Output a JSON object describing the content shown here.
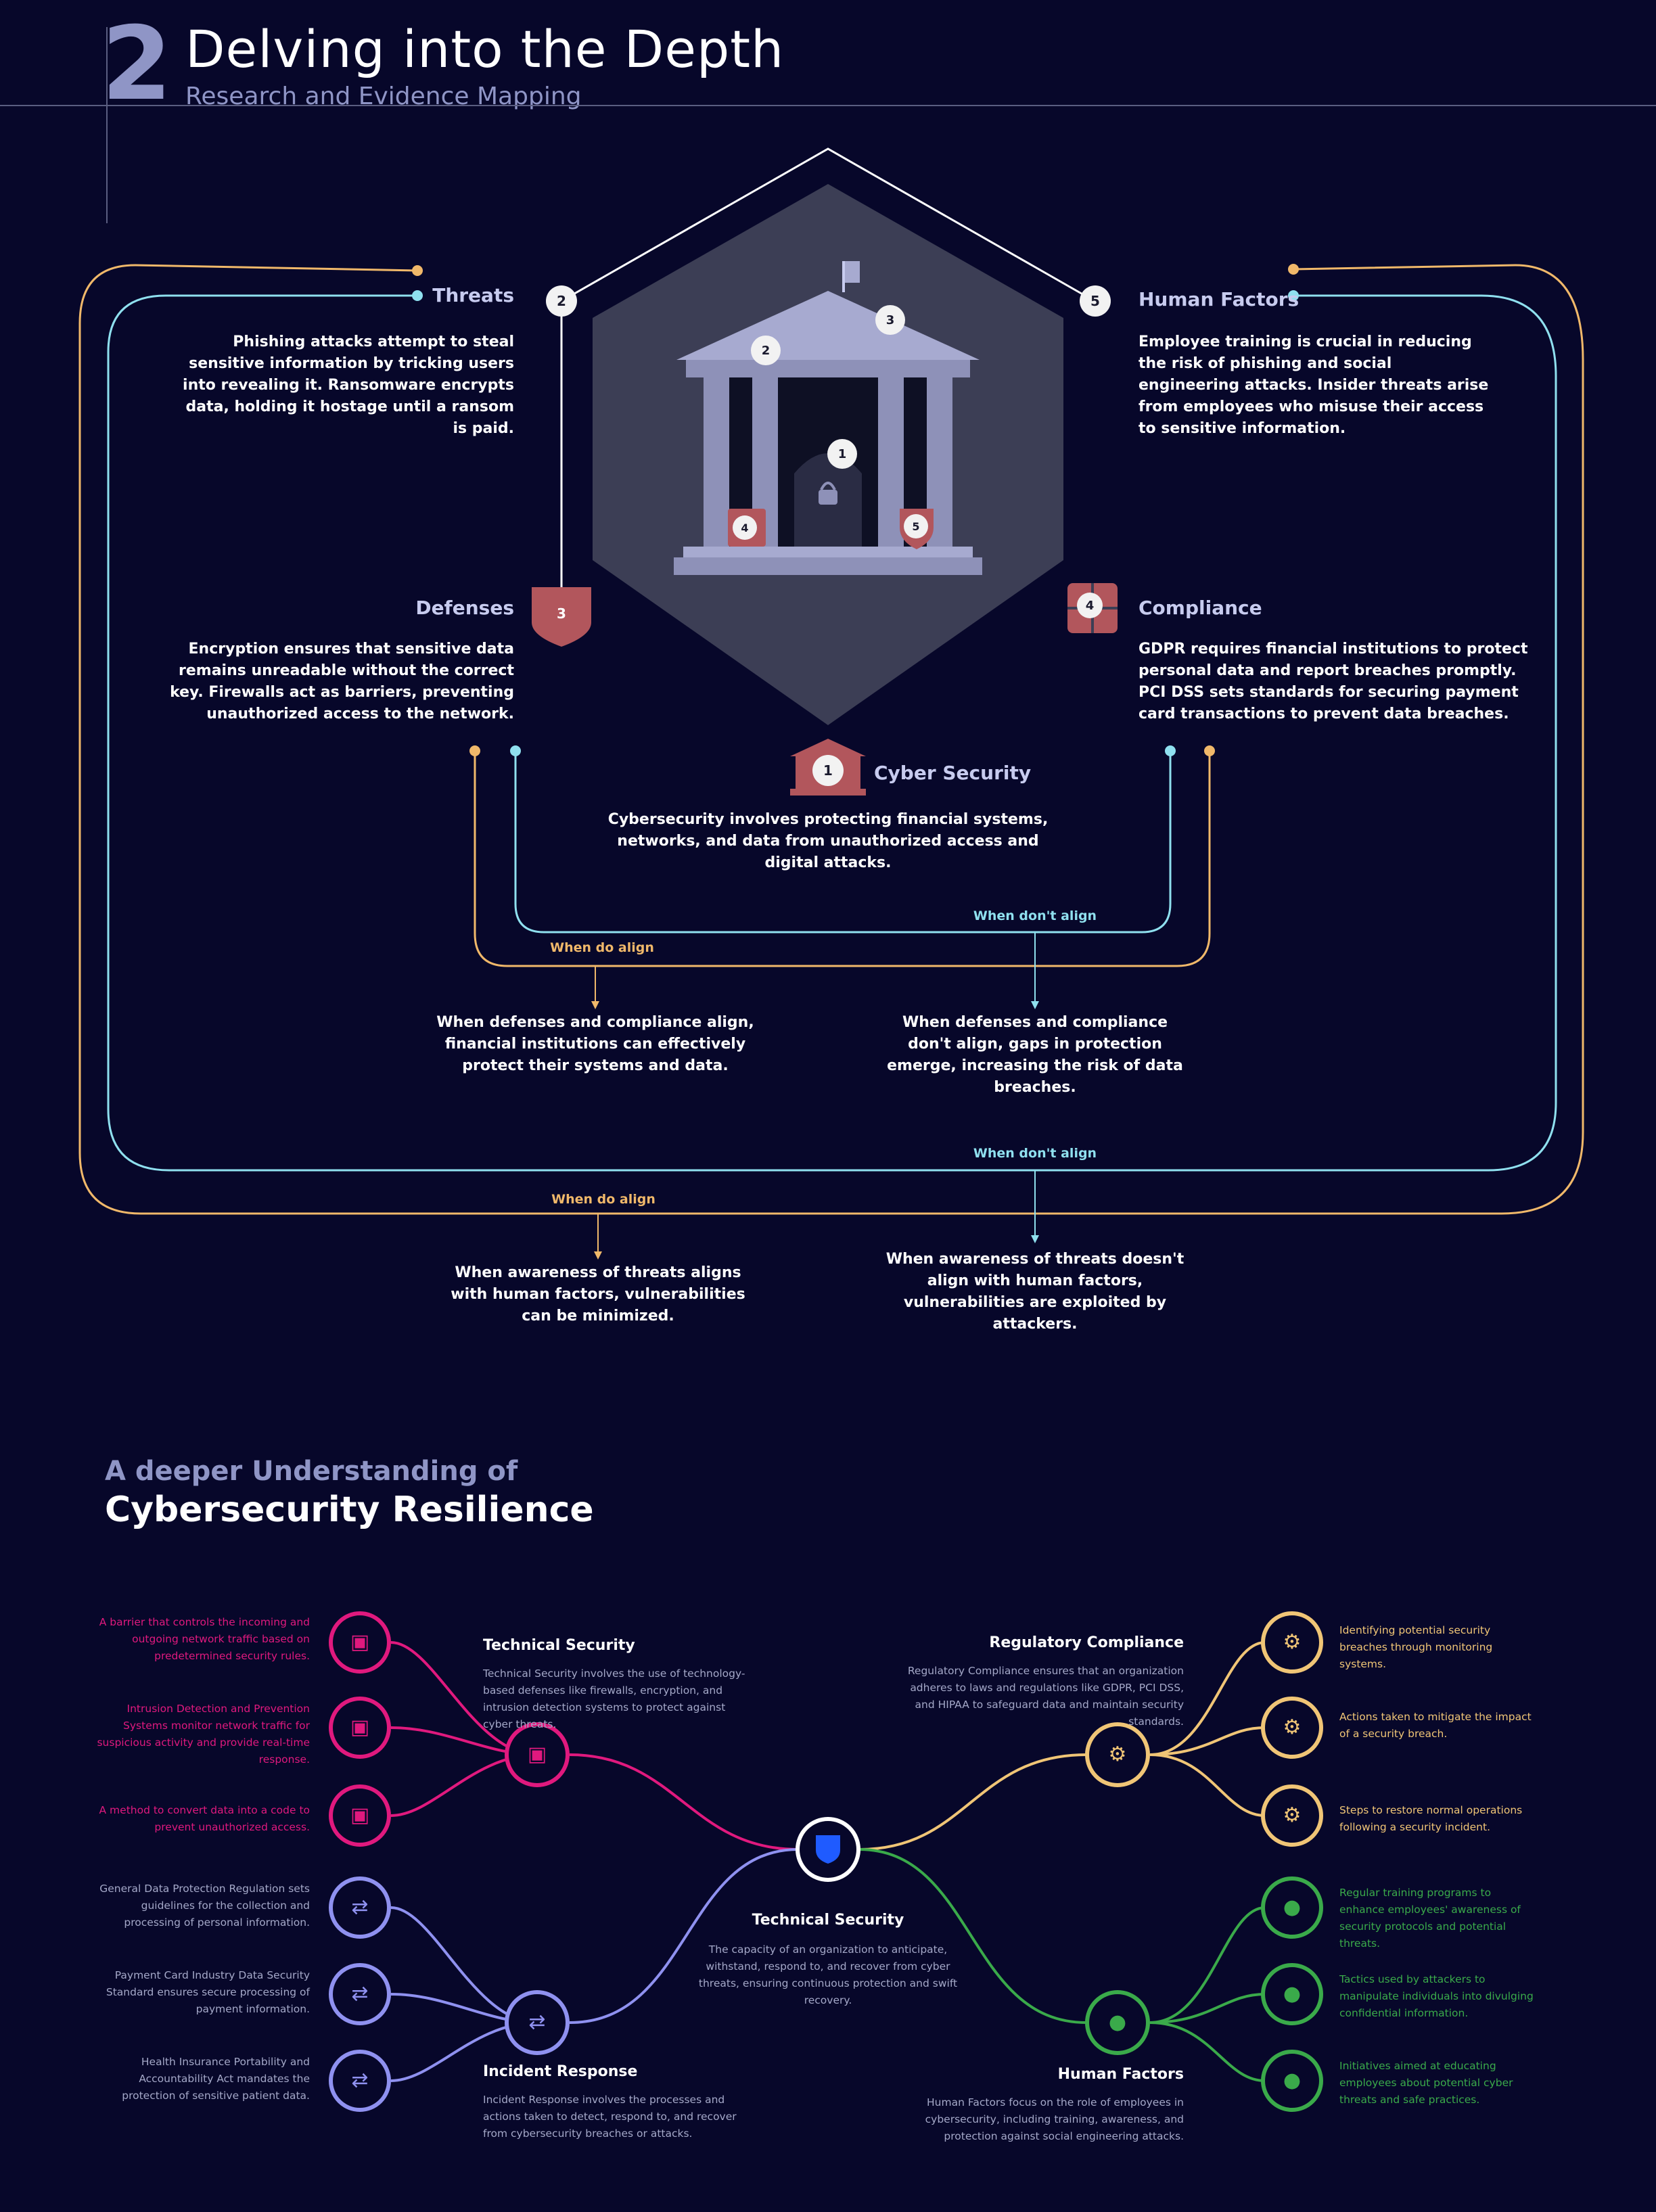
{
  "section": {
    "number": "2",
    "title": "Delving into the Depth",
    "subtitle": "Research and Evidence Mapping"
  },
  "colors": {
    "background": "#07072a",
    "orange": "#f0b86a",
    "cyan": "#8fe0ef",
    "pink": "#e0197e",
    "purple": "#8f91f0",
    "yellow": "#f0c576",
    "green": "#3aaa4a",
    "shield_red": "#b2565c",
    "hexagon": "#3c3e55"
  },
  "diagram": {
    "nodes": {
      "threats": {
        "badge": "2",
        "title": "Threats",
        "text": "Phishing attacks attempt to steal sensitive information by tricking users into revealing it. Ransomware encrypts data, holding it hostage until a ransom is paid."
      },
      "human_factors": {
        "badge": "5",
        "title": "Human Factors",
        "text": "Employee training is crucial in reducing the risk of phishing and social engineering attacks. Insider threats arise from employees who misuse their access to sensitive information."
      },
      "defenses": {
        "badge": "3",
        "title": "Defenses",
        "text": "Encryption ensures that sensitive data remains unreadable without the correct key. Firewalls act as barriers, preventing unauthorized access to the network."
      },
      "compliance": {
        "badge": "4",
        "title": "Compliance",
        "text": "GDPR requires financial institutions to protect personal data and report breaches promptly. PCI DSS sets standards for securing payment card transactions to prevent data breaches."
      },
      "cyber_security": {
        "badge": "1",
        "title": "Cyber Security",
        "text": "Cybersecurity involves protecting financial systems, networks, and data from unauthorized access and digital attacks."
      }
    },
    "building_badges": [
      "1",
      "2",
      "3",
      "4",
      "5"
    ],
    "inner_loop": {
      "do_align_label": "When do align",
      "dont_align_label": "When don't align",
      "do_align_text": "When defenses and compliance align, financial institutions can effectively protect their systems and data.",
      "dont_align_text": "When defenses and compliance don't align, gaps in protection emerge, increasing the risk of data breaches."
    },
    "outer_loop": {
      "do_align_label": "When do align",
      "dont_align_label": "When don't align",
      "do_align_text": "When awareness of threats aligns with human factors, vulnerabilities can be minimized.",
      "dont_align_text": "When awareness of threats doesn't align with human factors, vulnerabilities are exploited by attackers."
    }
  },
  "resilience": {
    "pre_title": "A deeper Understanding of",
    "title": "Cybersecurity Resilience",
    "center": {
      "title": "Technical Security",
      "text": "The capacity of an organization to anticipate, withstand, respond to, and recover from cyber threats, ensuring continuous protection and swift recovery.",
      "icon": "shield-icon"
    },
    "branches": {
      "technical_security": {
        "title": "Technical Security",
        "text": "Technical Security involves the use of technology-based defenses like firewalls, encryption, and intrusion detection systems to protect against cyber threats.",
        "icon": "security-device-icon",
        "leaves": [
          "A barrier that controls the incoming and outgoing network traffic based on predetermined security rules.",
          "Intrusion Detection and Prevention Systems monitor network traffic for suspicious activity and provide real-time response.",
          "A method to convert data into a code to prevent unauthorized access."
        ]
      },
      "incident_response": {
        "title": "Incident Response",
        "text": "Incident Response involves the processes and actions taken to detect, respond to, and recover from cybersecurity breaches or attacks.",
        "icon": "exchange-icon",
        "leaves": [
          "General Data Protection Regulation sets guidelines for the collection and processing of personal information.",
          "Payment Card Industry Data Security Standard ensures secure processing of payment information.",
          "Health Insurance Portability and Accountability Act mandates the protection of sensitive patient data."
        ]
      },
      "regulatory_compliance": {
        "title": "Regulatory Compliance",
        "text": "Regulatory Compliance ensures that an organization adheres to laws and regulations like GDPR, PCI DSS, and HIPAA to safeguard data and maintain security standards.",
        "icon": "gear-icon",
        "leaves": [
          "Identifying potential security breaches through monitoring systems.",
          "Actions taken to mitigate the impact of a security breach.",
          "Steps to restore normal operations following a security incident."
        ]
      },
      "human_factors": {
        "title": "Human Factors",
        "text": "Human Factors focus on the role of employees in cybersecurity, including training, awareness, and protection against social engineering attacks.",
        "icon": "user-icon",
        "leaves": [
          "Regular training programs to enhance employees' awareness of security protocols and potential threats.",
          "Tactics used by attackers to manipulate individuals into divulging confidential information.",
          "Initiatives aimed at educating employees about potential cyber threats and safe practices."
        ]
      }
    }
  }
}
